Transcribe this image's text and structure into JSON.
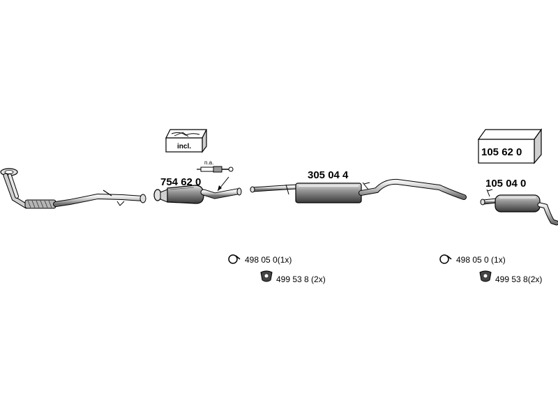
{
  "parts": {
    "front_pipe": {
      "name": "front-pipe"
    },
    "catalytic_converter": {
      "part_number": "754 62 0"
    },
    "sensor": {
      "note": "n.a."
    },
    "kit_box": {
      "label": "incl."
    },
    "middle_silencer": {
      "part_number": "305 04 4"
    },
    "rear_kit_box": {
      "part_number": "105 62 0"
    },
    "rear_silencer": {
      "part_number": "105 04 0"
    }
  },
  "hardware_left": [
    {
      "icon": "clamp-ring-icon",
      "text": "498 05 0(1x)"
    },
    {
      "icon": "rubber-hanger-icon",
      "text": "499 53 8 (2x)"
    }
  ],
  "hardware_right": [
    {
      "icon": "clamp-ring-icon",
      "text": "498 05 0 (1x)"
    },
    {
      "icon": "rubber-hanger-icon",
      "text": "499 53 8(2x)"
    }
  ],
  "colors": {
    "line": "#000000",
    "metal_light": "#d6d6d6",
    "metal_dark": "#6e6e6e"
  }
}
